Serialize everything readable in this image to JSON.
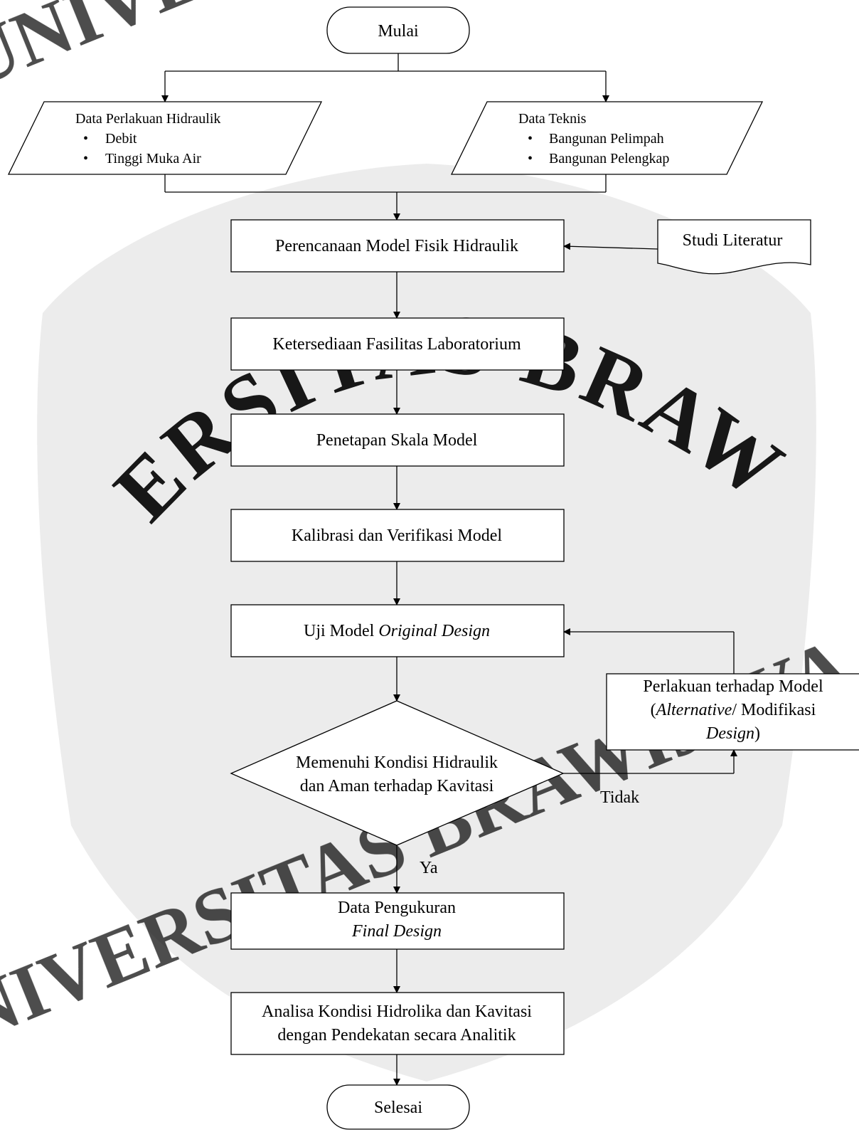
{
  "flowchart": {
    "start_label": "Mulai",
    "input_left": {
      "title": "Data Perlakuan Hidraulik",
      "bullets": [
        "Debit",
        "Tinggi Muka Air"
      ]
    },
    "input_right": {
      "title": "Data Teknis",
      "bullets": [
        "Bangunan Pelimpah",
        "Bangunan Pelengkap"
      ]
    },
    "step_planning": "Perencanaan Model Fisik Hidraulik",
    "literature_doc": "Studi Literatur",
    "step_facilities": "Ketersediaan Fasilitas Laboratorium",
    "step_scale": "Penetapan Skala Model",
    "step_calibration": "Kalibrasi dan Verifikasi Model",
    "step_test": {
      "prefix": "Uji Model ",
      "italic": "Original Design"
    },
    "decision": {
      "line1": "Memenuhi Kondisi Hidraulik",
      "line2": "dan Aman terhadap Kavitasi"
    },
    "label_no": "Tidak",
    "label_yes": "Ya",
    "treatment": {
      "line1": "Perlakuan terhadap Model",
      "line2_open": "(",
      "line2_italic": "Alternative",
      "line2_rest": "/ Modifikasi",
      "line3_italic": "Design",
      "line3_close": ")"
    },
    "step_measurement": {
      "line1": "Data Pengukuran",
      "line2_italic": "Final Design"
    },
    "step_analysis": {
      "line1": "Analisa Kondisi Hidrolika dan Kavitasi",
      "line2": "dengan Pendekatan secara Analitik"
    },
    "end_label": "Selesai"
  },
  "watermark": {
    "text": "UNIVERSITAS BRAWIJAYA",
    "color": "#d9d9d9"
  }
}
